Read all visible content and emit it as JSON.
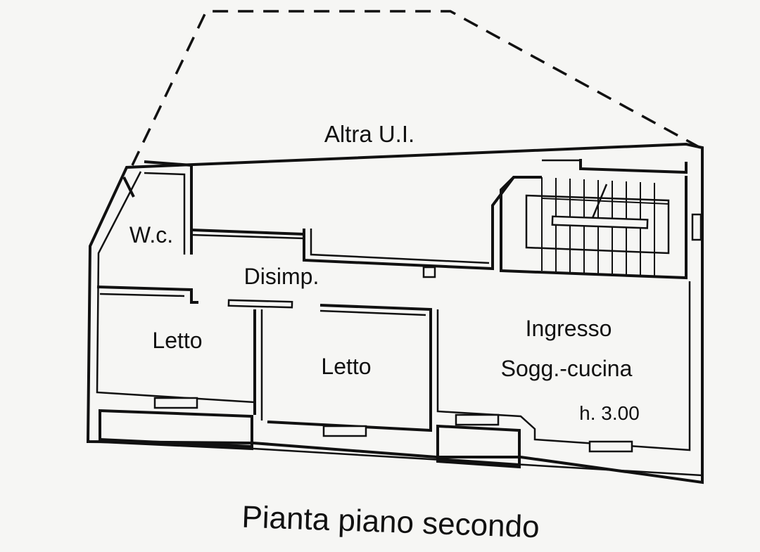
{
  "plan": {
    "rooms": {
      "altra_ui": "Altra U.I.",
      "wc": "W.c.",
      "disimp": "Disimp.",
      "letto_left": "Letto",
      "letto_center": "Letto",
      "ingresso": "Ingresso",
      "sogg_cucina": "Sogg.-cucina",
      "height": "h. 3.00"
    },
    "caption": "Pianta piano secondo"
  },
  "colors": {
    "ink": "#111111",
    "paper": "#f6f6f4"
  }
}
